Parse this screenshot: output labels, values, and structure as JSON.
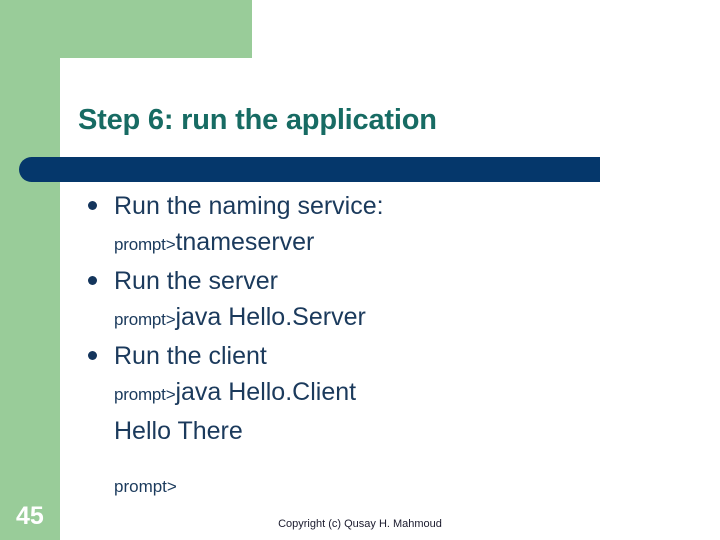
{
  "slide": {
    "title": "Step 6: run the application",
    "number": "45",
    "copyright": "Copyright (c) Qusay H. Mahmoud",
    "colors": {
      "green_accent": "#99cc99",
      "title_teal": "#176b63",
      "navy_bar": "#05376b",
      "body_navy": "#1b3a5c"
    },
    "bullets": [
      {
        "label": "Run the naming service:",
        "lines": [
          {
            "prompt": "prompt>",
            "command": "tnameserver"
          }
        ]
      },
      {
        "label": "Run the server",
        "lines": [
          {
            "prompt": "prompt>",
            "command": "java Hello.Server"
          }
        ]
      },
      {
        "label": "Run the client",
        "lines": [
          {
            "prompt": "prompt>",
            "command": "java Hello.Client"
          },
          {
            "prompt": "",
            "command": "Hello There"
          }
        ]
      }
    ],
    "trailing_prompt": "prompt>"
  }
}
